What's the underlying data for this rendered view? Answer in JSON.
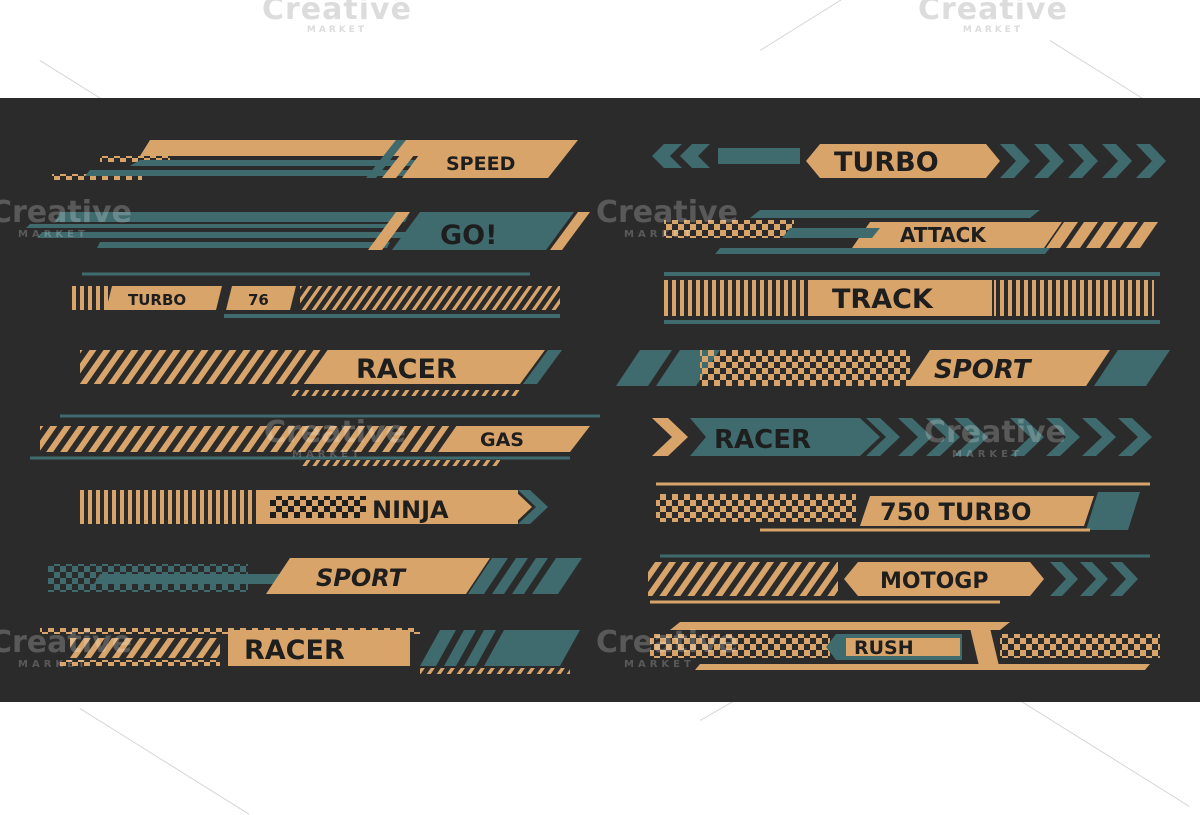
{
  "colors": {
    "background": "#2b2b2b",
    "gold": "#d9a46a",
    "teal": "#3f6b6e",
    "ink": "#1e1e1e",
    "page": "#ffffff"
  },
  "watermark": {
    "brand": "Creative",
    "sub": "MARKET"
  },
  "left_stripes": [
    {
      "id": "speed",
      "text": "SPEED"
    },
    {
      "id": "go",
      "text": "GO!"
    },
    {
      "id": "turbo76",
      "text": "TURBO",
      "number": "76"
    },
    {
      "id": "racer1",
      "text": "RACER"
    },
    {
      "id": "gas",
      "text": "GAS"
    },
    {
      "id": "ninja",
      "text": "NINJA"
    },
    {
      "id": "sport1",
      "text": "SPORT"
    },
    {
      "id": "racer2",
      "text": "RACER"
    }
  ],
  "right_stripes": [
    {
      "id": "turbo",
      "text": "TURBO"
    },
    {
      "id": "attack",
      "text": "ATTACK"
    },
    {
      "id": "track",
      "text": "TRACK"
    },
    {
      "id": "sport2",
      "text": "SPORT"
    },
    {
      "id": "racer3",
      "text": "RACER"
    },
    {
      "id": "turbo750",
      "text": "750 TURBO"
    },
    {
      "id": "motogp",
      "text": "MOTOGP"
    },
    {
      "id": "rush",
      "text": "RUSH"
    }
  ]
}
